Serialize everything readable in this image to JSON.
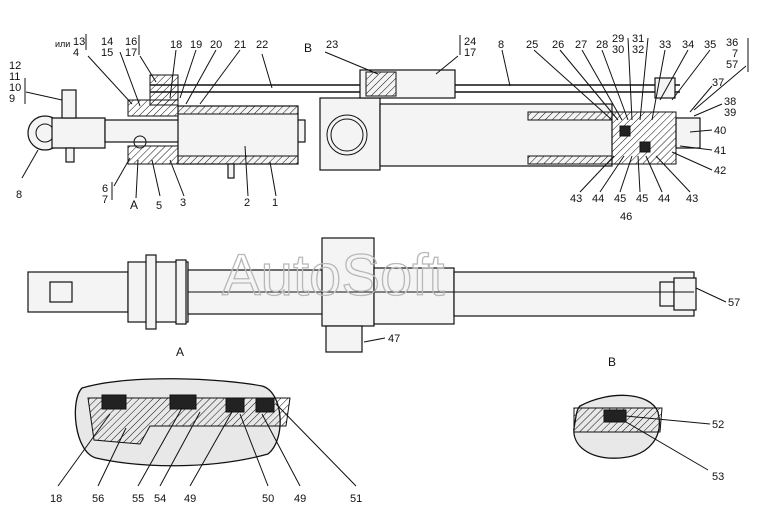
{
  "watermark": "AutoSoft",
  "top_callouts": {
    "ili": "или",
    "c13": "13",
    "c4": "4",
    "c14": "14",
    "c15": "15",
    "c16": "16",
    "c17a": "17",
    "c18": "18",
    "c19": "19",
    "c20": "20",
    "c21": "21",
    "c22": "22",
    "cB": "В",
    "c23": "23",
    "c24": "24",
    "c17b": "17",
    "c8top": "8",
    "c25": "25",
    "c26": "26",
    "c27": "27",
    "c28": "28",
    "c29": "29",
    "c30": "30",
    "c31": "31",
    "c32": "32",
    "c33": "33",
    "c34": "34",
    "c35": "35",
    "c36": "36",
    "c7r": "7",
    "c57r": "57"
  },
  "left_callouts": {
    "c12": "12",
    "c11": "11",
    "c10": "10",
    "c9": "9",
    "c8left": "8",
    "c6": "6",
    "c7l": "7",
    "cA": "А",
    "c5": "5",
    "c3": "3",
    "c2": "2",
    "c1": "1"
  },
  "right_callouts": {
    "c37": "37",
    "c38": "38",
    "c39": "39",
    "c40": "40",
    "c41": "41",
    "c42": "42",
    "c43a": "43",
    "c44a": "44",
    "c45a": "45",
    "c45b": "45",
    "c44b": "44",
    "c43b": "43",
    "c46": "46"
  },
  "middle_callouts": {
    "c47": "47",
    "c57m": "57"
  },
  "section_a": {
    "title": "А",
    "labels": [
      "18",
      "56",
      "55",
      "54",
      "49",
      "50",
      "49",
      "51"
    ]
  },
  "section_b": {
    "title": "В",
    "labels": [
      "52",
      "53"
    ]
  }
}
